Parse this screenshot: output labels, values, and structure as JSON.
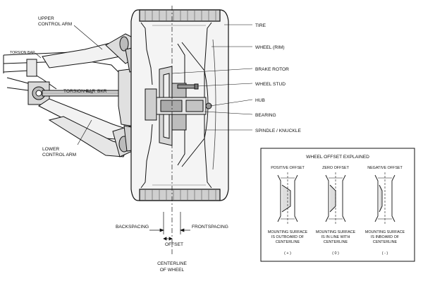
{
  "labels": {
    "upper_control_arm": [
      "UPPER",
      "CONTROL ARM"
    ],
    "torsion_bar_left": "TORSION BAR",
    "torsion_bar_mid": "TORSION BAR",
    "bkr": "BKR",
    "lower_control_arm": [
      "LOWER",
      "CONTROL ARM"
    ],
    "tire": "TIRE",
    "wheel_rim": "WHEEL (RIM)",
    "brake_rotor": "BRAKE ROTOR",
    "wheel_stud": "WHEEL STUD",
    "hub": "HUB",
    "bearing": "BEARING",
    "spindle_knuckle": "SPINDLE / KNUCKLE",
    "backspacing": "BACKSPACING",
    "frontspacing": "FRONTSPACING",
    "offset": "OFFSET",
    "centerline": [
      "CENTERLINE",
      "OF WHEEL"
    ]
  },
  "offset_panel": {
    "title": "WHEEL OFFSET EXPLAINED",
    "items": [
      {
        "heading": "POSITIVE OFFSET",
        "desc": [
          "MOUNTING SURFACE",
          "IS OUTBOARD OF",
          "CENTERLINE"
        ],
        "sign": "( + )"
      },
      {
        "heading": "ZERO OFFSET",
        "desc": [
          "MOUNTING SURFACE",
          "IS IN LINE WITH",
          "CENTERLINE"
        ],
        "sign": "( 0 )"
      },
      {
        "heading": "NEGATIVE OFFSET",
        "desc": [
          "MOUNTING SURFACE",
          "IS INBOARD OF",
          "CENTERLINE"
        ],
        "sign": "( - )"
      }
    ]
  }
}
